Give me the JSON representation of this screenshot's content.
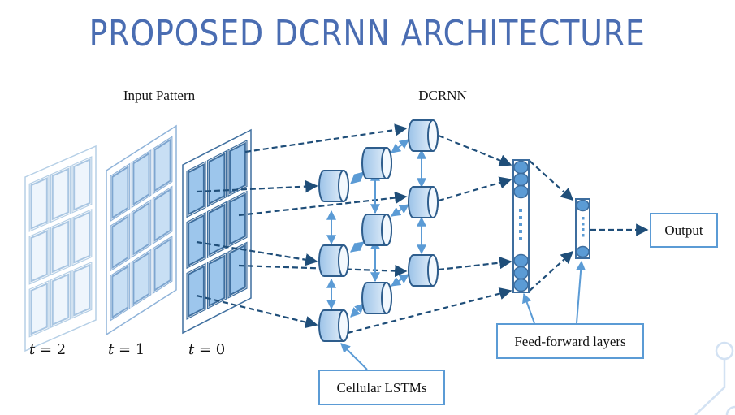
{
  "title": "PROPOSED DCRNN ARCHITECTURE",
  "labels": {
    "input_pattern": "Input Pattern",
    "dcrnn": "DCRNN",
    "output": "Output",
    "feed_forward": "Feed-forward layers",
    "cellular_lstms": "Cellular LSTMs"
  },
  "time_steps": [
    {
      "var": "t",
      "eq": " = 2"
    },
    {
      "var": "t",
      "eq": " = 1"
    },
    {
      "var": "t",
      "eq": " = 0"
    }
  ],
  "colors": {
    "title": "#4a6db2",
    "dark_arrow": "#1f4e79",
    "light_arrow": "#5b9bd5",
    "cylinder_stroke": "#2e5d8c",
    "node_fill": "#5b9bd5",
    "panel_t2": "#eef5fc",
    "panel_t1": "#c8dff4",
    "panel_t0": "#9dc6ec"
  }
}
